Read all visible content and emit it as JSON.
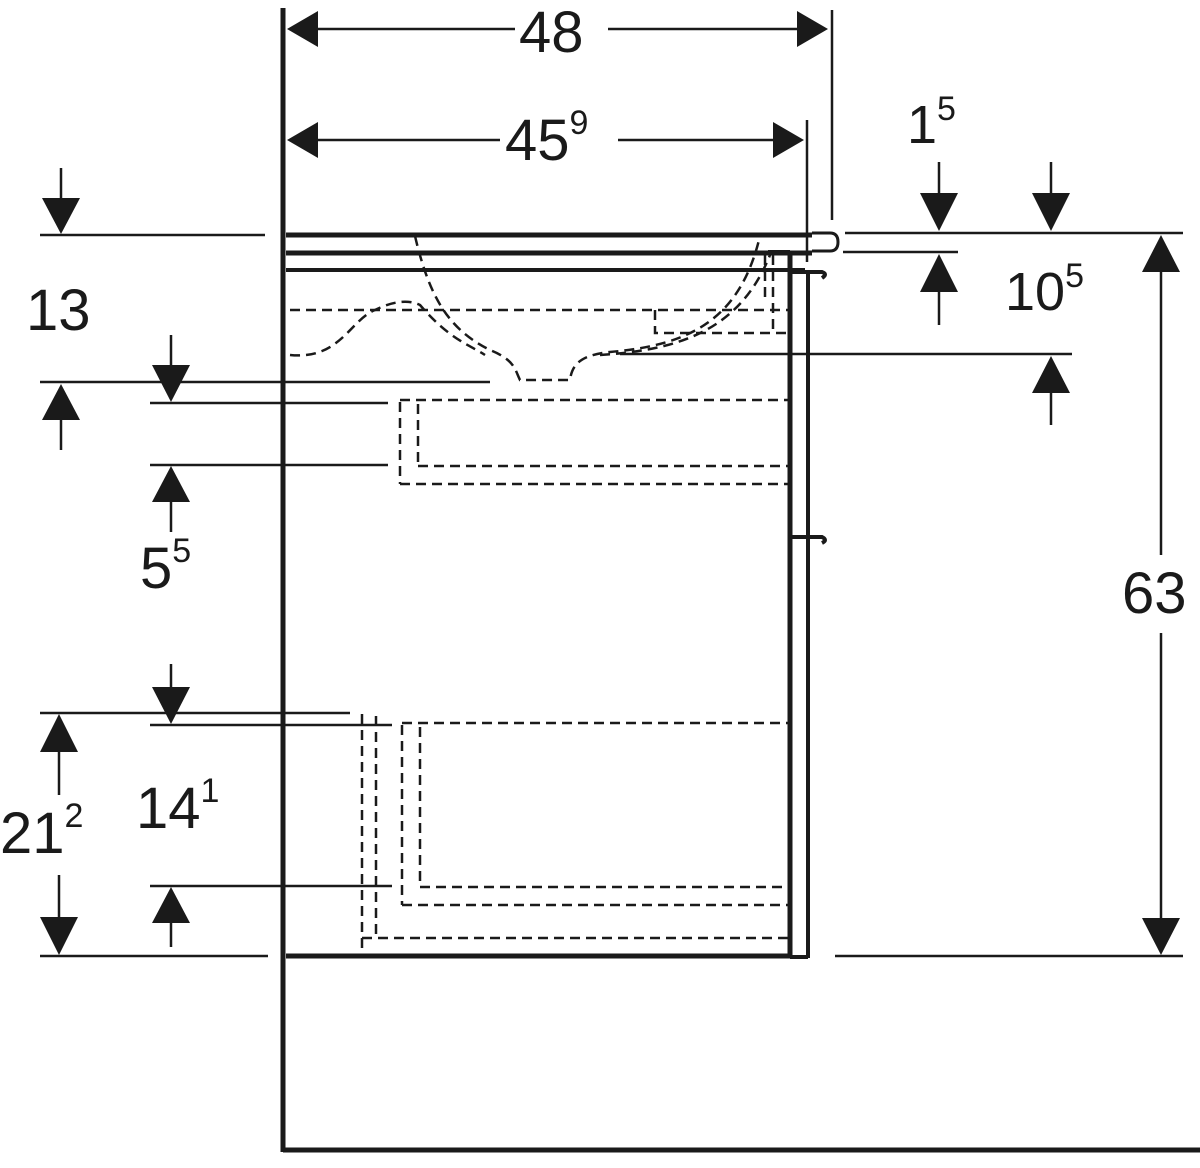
{
  "drawing": {
    "type": "technical dimension drawing",
    "subject": "vanity washbasin cabinet side section",
    "line_color": "#1a1a1a",
    "background": "#ffffff"
  },
  "dimensions": {
    "overall_width": {
      "main": "48",
      "sup": ""
    },
    "inner_width": {
      "main": "45",
      "sup": "9"
    },
    "top_offset": {
      "main": "1",
      "sup": "5"
    },
    "basin_depth": {
      "main": "10",
      "sup": "5"
    },
    "top_to_drawer": {
      "main": "13",
      "sup": ""
    },
    "top_drawer_height": {
      "main": "5",
      "sup": "5"
    },
    "overall_height": {
      "main": "63",
      "sup": ""
    },
    "bottom_drawer_outer": {
      "main": "21",
      "sup": "2"
    },
    "bottom_drawer_inner": {
      "main": "14",
      "sup": "1"
    }
  }
}
